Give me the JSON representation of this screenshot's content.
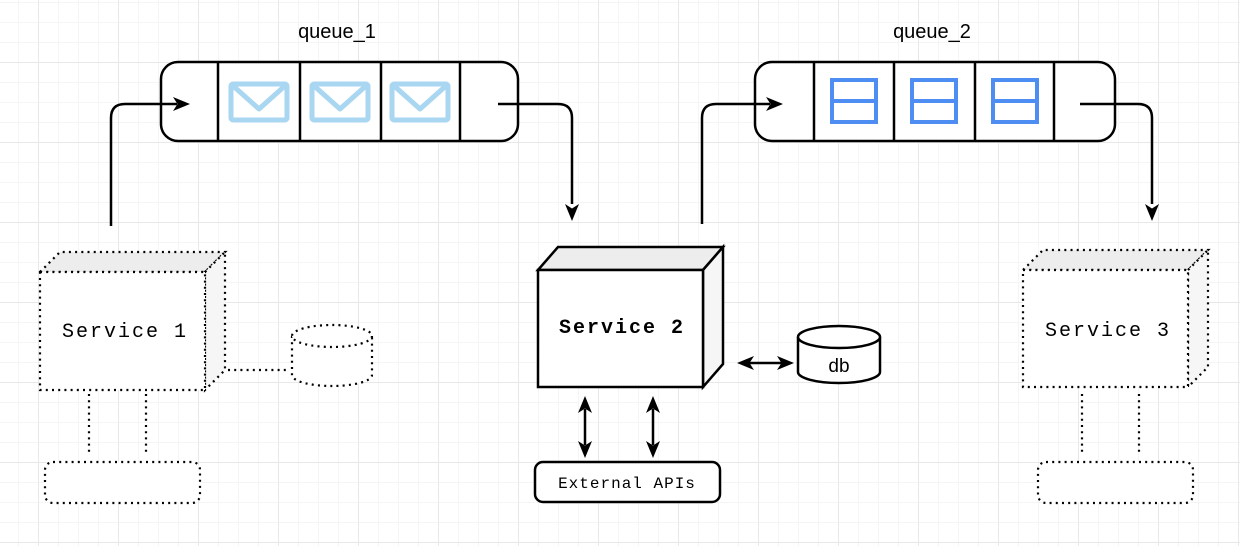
{
  "diagram": {
    "queue_1": {
      "label": "queue_1",
      "item_icon": "envelope-icon",
      "item_count": 3
    },
    "queue_2": {
      "label": "queue_2",
      "item_icon": "record-icon",
      "item_count": 3
    },
    "service_1": {
      "label": "Service 1"
    },
    "service_2": {
      "label": "Service 2"
    },
    "service_3": {
      "label": "Service 3"
    },
    "database": {
      "label": "db"
    },
    "external_apis": {
      "label": "External APIs"
    }
  },
  "colors": {
    "envelope_icon": "#a9d6f0",
    "record_icon": "#4e8df2",
    "line": "#000000",
    "cube_top_face": "#ededed",
    "cube_side_face": "#f6f6f6",
    "grid_minor": "#f5f5f5",
    "grid_major": "#e8e8e8",
    "background": "#ffffff"
  }
}
